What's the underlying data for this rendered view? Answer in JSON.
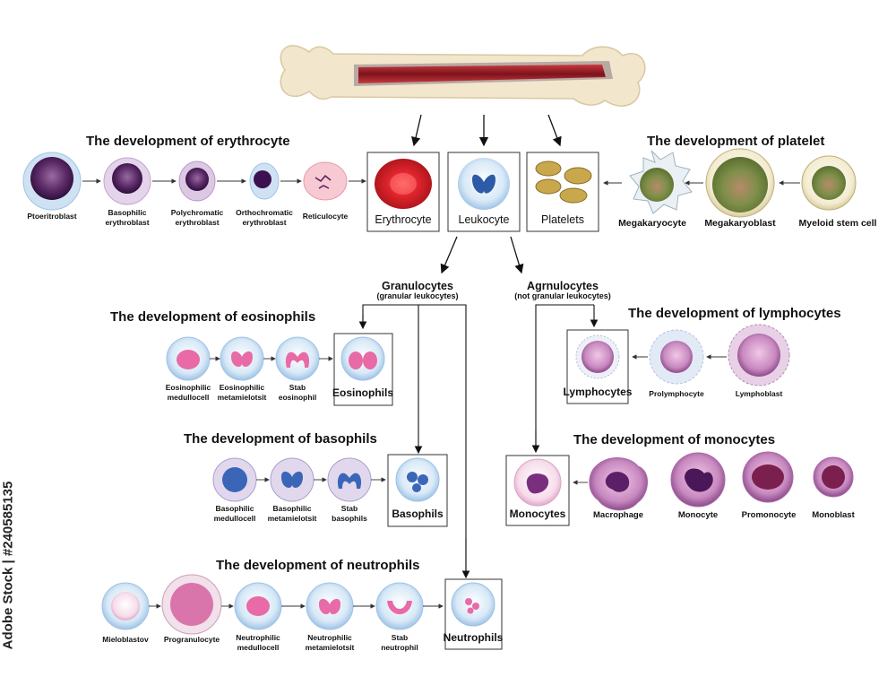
{
  "headings": {
    "erythrocyte": "The development of erythrocyte",
    "platelet": "The development of platelet",
    "eosinophils": "The development of eosinophils",
    "lymphocytes": "The development of lymphocytes",
    "basophils": "The development of basophils",
    "monocytes": "The development of monocytes",
    "neutrophils": "The development of neutrophils"
  },
  "main_boxes": {
    "erythrocyte": "Erythrocyte",
    "leukocyte": "Leukocyte",
    "platelets": "Platelets"
  },
  "groups": {
    "granulocytes": "Granulocytes",
    "granulocytes_sub": "(granular leukocytes)",
    "agranulocytes": "Agrnulocytes",
    "agranulocytes_sub": "(not granular leukocytes)"
  },
  "erythro_cells": {
    "c1": "Ptoeritroblast",
    "c2a": "Basophilic",
    "c2b": "erythroblast",
    "c3a": "Polychromatic",
    "c3b": "erythroblast",
    "c4a": "Orthochromatic",
    "c4b": "erythroblast",
    "c5": "Reticulocyte"
  },
  "platelet_cells": {
    "c1": "Megakaryocyte",
    "c2": "Megakaryoblast",
    "c3": "Myeloid stem cell"
  },
  "eosin_cells": {
    "c1a": "Eosinophilic",
    "c1b": "medullocell",
    "c2a": "Eosinophilic",
    "c2b": "metamielotsit",
    "c3a": "Stab",
    "c3b": "eosinophil",
    "box": "Eosinophils"
  },
  "lympho_cells": {
    "box": "Lymphocytes",
    "c1": "Prolymphocyte",
    "c2": "Lymphoblast"
  },
  "baso_cells": {
    "c1a": "Basophilic",
    "c1b": "medullocell",
    "c2a": "Basophilic",
    "c2b": "metamielotsit",
    "c3a": "Stab",
    "c3b": "basophils",
    "box": "Basophils"
  },
  "mono_cells": {
    "box": "Monocytes",
    "c1": "Macrophage",
    "c2": "Monocyte",
    "c3": "Promonocyte",
    "c4": "Monoblast"
  },
  "neutro_cells": {
    "c1": "Mieloblastov",
    "c2": "Progranulocyte",
    "c3a": "Neutrophilic",
    "c3b": "medullocell",
    "c4a": "Neutrophilic",
    "c4b": "metamielotsit",
    "c5a": "Stab",
    "c5b": "neutrophil",
    "box": "Neutrophils"
  },
  "watermark": "Adobe Stock | #240585135",
  "colors": {
    "erythrocyte": "#d81f26",
    "bone": "#f2e6cc",
    "marrow": "#9c1c28",
    "platelet": "#c8a84a"
  }
}
